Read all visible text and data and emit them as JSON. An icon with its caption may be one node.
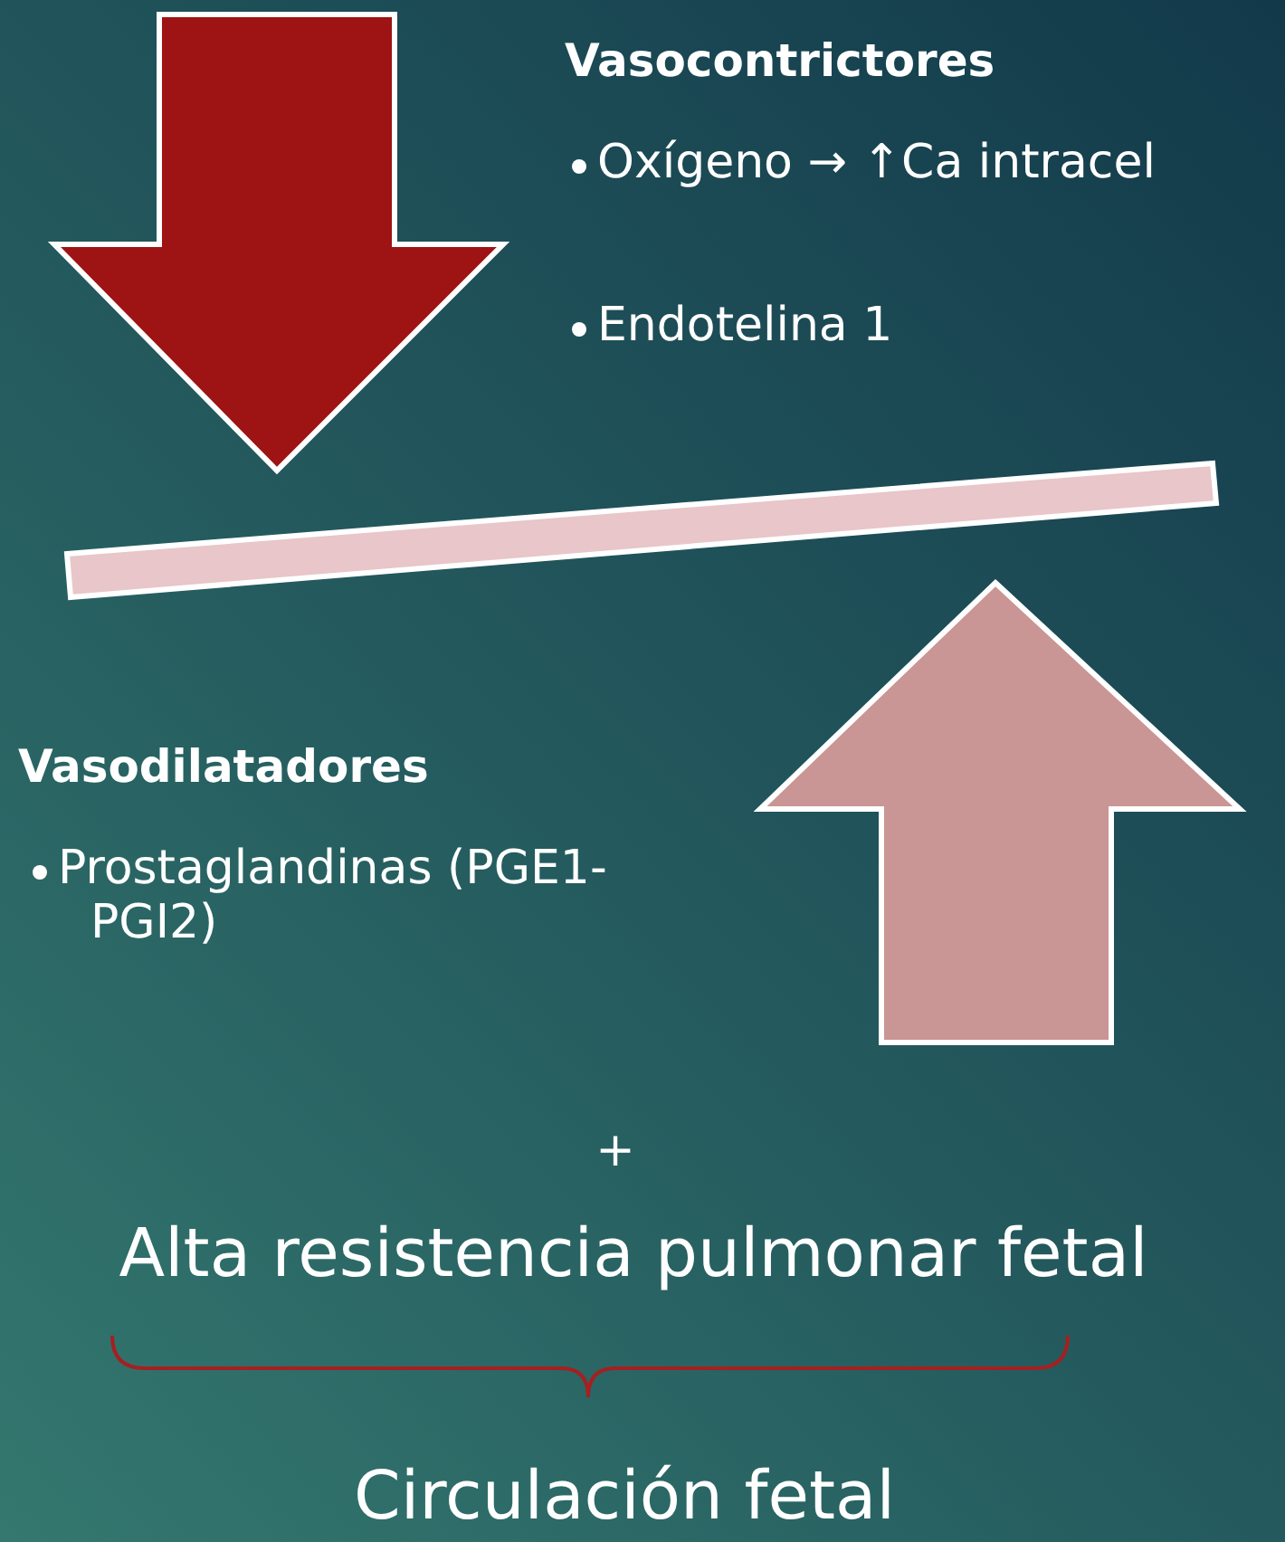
{
  "diagram": {
    "labels": [
      "Vasocontrictores",
      "Oxígeno → ↑Ca intracel",
      "Endotelina 1",
      "Vasodilatadores",
      "Prostaglandinas (PGE1-PGI2)",
      "+",
      "Alta resistencia pulmonar fetal",
      "Circulación fetal"
    ]
  }
}
